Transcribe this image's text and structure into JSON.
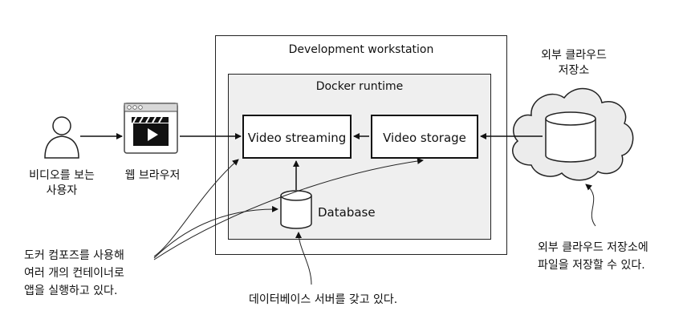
{
  "outer_title": "Development workstation",
  "docker_title": "Docker runtime",
  "video_streaming": "Video streaming",
  "video_storage": "Video storage",
  "database": "Database",
  "user_label_1": "비디오를 보는",
  "user_label_2": "사용자",
  "browser_label": "웹 브라우저",
  "cloud_label_1": "외부 클라우드",
  "cloud_label_2": "저장소",
  "note_compose": [
    "도커 컴포즈를 사용해",
    "여러 개의 컨테이너로",
    "앱을 실행하고 있다."
  ],
  "note_db": "데이터베이스 서버를 갖고 있다.",
  "note_cloud": [
    "외부 클라우드 저장소에",
    "파일을 저장할 수 있다."
  ],
  "icons": [
    "user-icon",
    "browser-icon",
    "cloud-icon",
    "database-icon"
  ]
}
